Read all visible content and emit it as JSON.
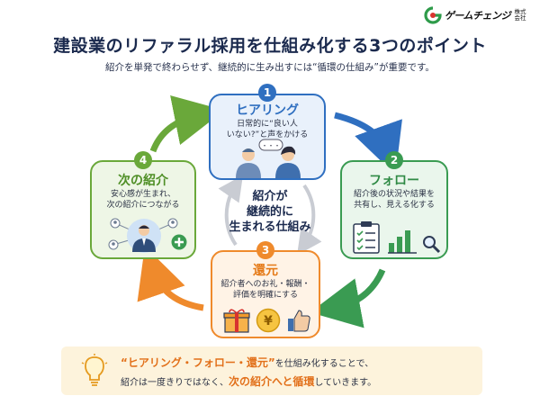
{
  "logo": {
    "name": "ゲームチェンジ",
    "corp": "株式会社"
  },
  "title": "建設業のリファラル採用を仕組み化する3つのポイント",
  "subtitle": "紹介を単発で終わらせず、継続的に生み出すには“循環の仕組み”が重要です。",
  "center": {
    "line1": "紹介が",
    "line2": "継続的に",
    "line3": "生まれる仕組み"
  },
  "steps": [
    {
      "number": "1",
      "title": "ヒアリング",
      "desc_line1": "日常的に“良い人",
      "desc_line2": "いない?”と声をかける",
      "bubble": "・・・",
      "color": "#2f6fc0"
    },
    {
      "number": "2",
      "title": "フォロー",
      "desc_line1": "紹介後の状況や結果を",
      "desc_line2": "共有し、見える化する",
      "color": "#3a9b52"
    },
    {
      "number": "3",
      "title": "還元",
      "desc_line1": "紹介者へのお礼・報酬・",
      "desc_line2": "評価を明確にする",
      "coin": "¥",
      "color": "#ef8a2c"
    },
    {
      "number": "4",
      "title": "次の紹介",
      "desc_line1": "安心感が生まれ、",
      "desc_line2": "次の紹介につながる",
      "color": "#6aa83a"
    }
  ],
  "bottom": {
    "highlight1": "“ヒアリング・フォロー・還元”",
    "text1": "を仕組み化することで、",
    "text2a": "紹介は一度きりではなく、",
    "highlight2": "次の紹介へと循環",
    "text2b": "していきます。"
  },
  "icons": [
    "logo-mark-icon",
    "people-talking-icon",
    "speech-bubble-icon",
    "checklist-icon",
    "bar-chart-icon",
    "magnifier-icon",
    "gift-icon",
    "yen-coin-icon",
    "thumbs-up-icon",
    "network-person-icon",
    "plus-icon",
    "lightbulb-icon"
  ]
}
